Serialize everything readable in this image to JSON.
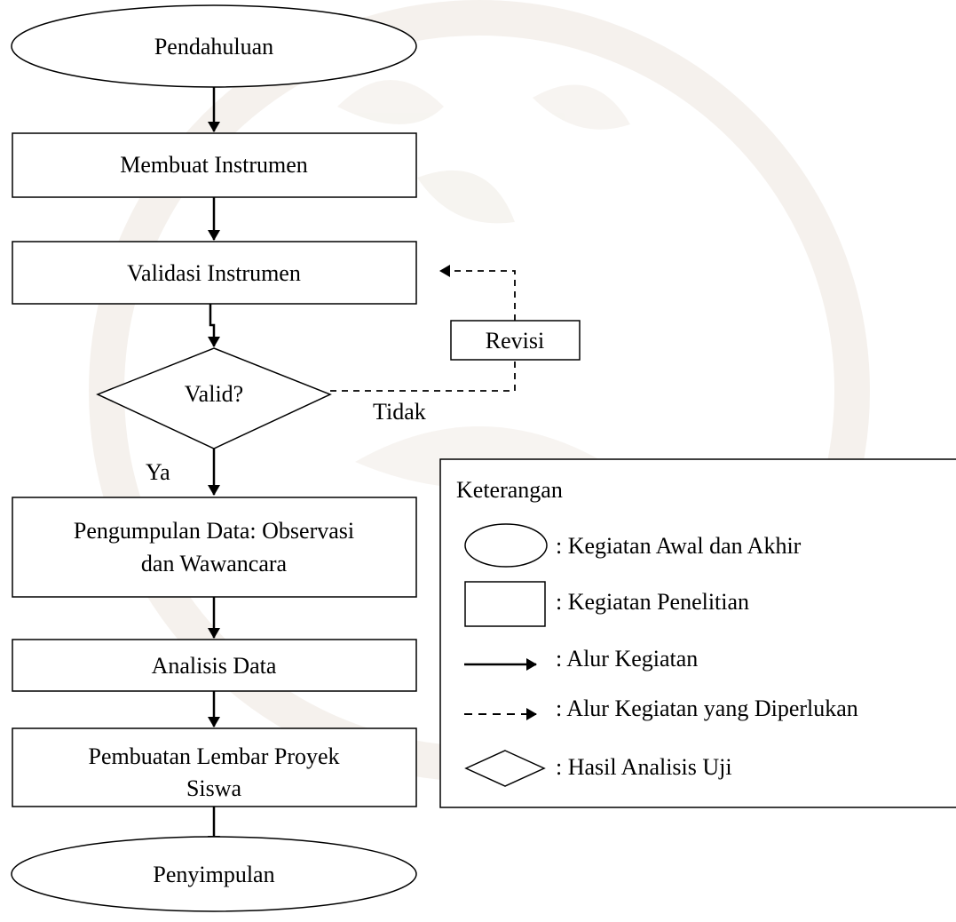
{
  "flowchart": {
    "start": "Pendahuluan",
    "step1": "Membuat Instrumen",
    "step2": "Validasi Instrumen",
    "decision": "Valid?",
    "revision": "Revisi",
    "no_label": "Tidak",
    "yes_label": "Ya",
    "step3_line1": "Pengumpulan Data: Observasi",
    "step3_line2": "dan Wawancara",
    "step4": "Analisis Data",
    "step5_line1": "Pembuatan Lembar Proyek",
    "step5_line2": "Siswa",
    "end": "Penyimpulan"
  },
  "legend": {
    "title": "Keterangan",
    "items": [
      {
        "shape": "ellipse",
        "label": ": Kegiatan Awal dan Akhir"
      },
      {
        "shape": "rectangle",
        "label": ": Kegiatan Penelitian"
      },
      {
        "shape": "solid-arrow",
        "label": ": Alur Kegiatan"
      },
      {
        "shape": "dashed-arrow",
        "label": ": Alur Kegiatan yang Diperlukan"
      },
      {
        "shape": "diamond",
        "label": ": Hasil Analisis Uji"
      }
    ]
  },
  "colors": {
    "stroke": "#000000",
    "watermark": "#e8e0d8"
  }
}
